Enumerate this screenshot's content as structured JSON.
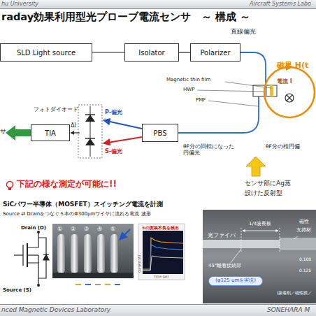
{
  "diagram": {
    "title": "raday効果利用型光プローブ電流センサ　～ 構成 ～",
    "nodes": [
      {
        "text": [
          "SLD Light source"
        ]
      },
      {
        "text": [
          "Isolator"
        ]
      },
      {
        "text": [
          "Polarizer"
        ]
      },
      {
        "text": [
          "PBS"
        ]
      },
      {
        "text": [
          "TIA"
        ]
      },
      {
        "text": [
          "(φ125 umを実現)"
        ]
      }
    ],
    "edges": [
      {
        "from": 0,
        "to": 1,
        "arrow": "none"
      },
      {
        "from": 1,
        "to": 2,
        "arrow": "none"
      }
    ],
    "labels": [
      "hu University",
      "Aircraft Systems Labo",
      "直線偏光",
      "磁界 H(t",
      "電流 I",
      "Magnetic thin film",
      "HWP",
      "PMF",
      "フォトダイオード",
      "P-偏光",
      "S-偏光",
      "ΔI",
      "サ",
      "θF分の回転になった 円偏光",
      "θF分の楕円偏",
      "センサ部にAg蒸",
      "設けた反射型",
      "下記の様な測定が可能に!!",
      "SiCパワー半導体（MOSFET）スイッチング電流を計測",
      "Source ⇄ Drainをつなぐ５本のΦ300μmワイヤに流れる電流 波形",
      "Drain (D)",
      "Source (S)",
      "①",
      "②",
      "③",
      "④",
      "⑤",
      "⑤の実装不良を検出",
      "Current (A)",
      "Time (µs)",
      "1/4波長板",
      "光ファイバ",
      "45°離着接続部",
      "磁性",
      "支持材",
      "0.100",
      "0.125",
      "(接着剤／磁性膜／",
      "nced Magnetic Devices Laboratory",
      "SONEHARA M"
    ]
  }
}
